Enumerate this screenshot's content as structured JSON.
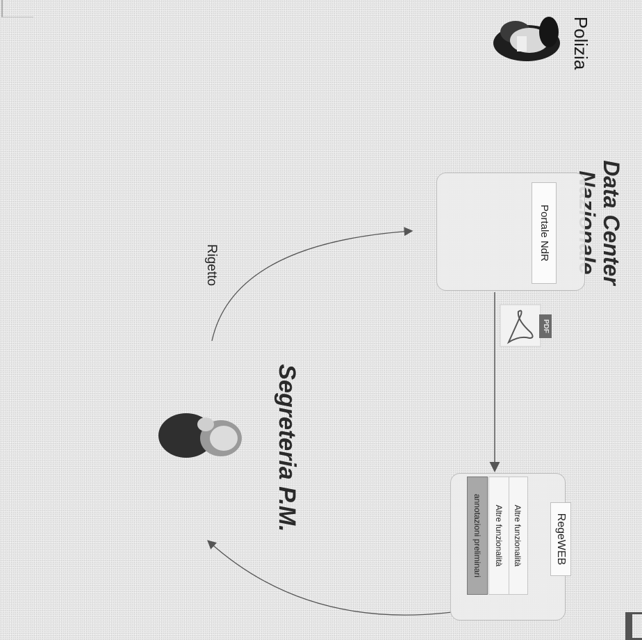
{
  "actors": {
    "polizia": "Polizia",
    "segreteria": "Segreteria P.M."
  },
  "data_center": {
    "title_line1": "Data Center",
    "title_line2": "Nazionale",
    "portal_label": "Portale NdR"
  },
  "regeweb": {
    "label": "RegeWEB",
    "rows": [
      "Altre funzionalità",
      "Altre funzionalità",
      "annotazioni preliminari"
    ]
  },
  "document": {
    "badge": "PDF"
  },
  "edges": {
    "rejection_label": "Rigetto"
  },
  "colors": {
    "background": "#e9e9e9",
    "highlight_row": "#a8a8a8",
    "arrow": "#555555"
  },
  "icons": [
    "police-officer-icon",
    "secretary-person-icon",
    "pdf-document-icon"
  ]
}
